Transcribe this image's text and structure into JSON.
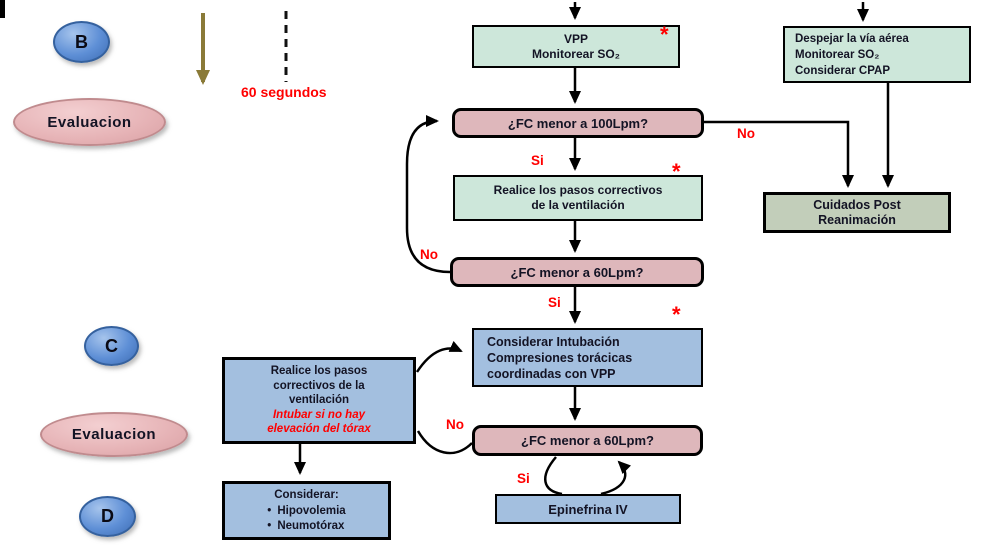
{
  "timeline": {
    "sixty_seconds": "60 segundos"
  },
  "stage_markers": {
    "b": "B",
    "c": "C",
    "d": "D",
    "evaluacion_1": "Evaluacion",
    "evaluacion_2": "Evaluacion"
  },
  "asterisk": "*",
  "nodes": {
    "vpp": {
      "lines": [
        "VPP",
        "Monitorear SO₂"
      ]
    },
    "despejar": {
      "lines": [
        "Despejar la vía aérea",
        "Monitorear SO₂",
        "Considerar CPAP"
      ]
    },
    "fc_100": {
      "label": "¿FC menor a 100Lpm?"
    },
    "pasos_correctivos": {
      "lines": [
        "Realice los pasos correctivos",
        "de la ventilación"
      ]
    },
    "fc_60_a": {
      "label": "¿FC menor a 60Lpm?"
    },
    "cuidados_post": {
      "lines": [
        "Cuidados Post",
        "Reanimación"
      ]
    },
    "intubacion": {
      "lines": [
        "Considerar Intubación",
        "Compresiones torácicas",
        "coordinadas con VPP"
      ]
    },
    "pasos_correctivos_2": {
      "lines": [
        "Realice los pasos",
        "correctivos de la",
        "ventilación"
      ],
      "warning_lines": [
        "Intubar si no hay",
        "elevación del tórax"
      ]
    },
    "fc_60_b": {
      "label": "¿FC menor a 60Lpm?"
    },
    "epinefrina": {
      "label": "Epinefrina IV"
    },
    "considerar": {
      "title": "Considerar:",
      "bullet_glyph": "•",
      "bullets": [
        "Hipovolemia",
        "Neumotórax"
      ]
    }
  },
  "edge_labels": {
    "si": "Si",
    "no": "No"
  },
  "colors": {
    "mint_box": "#cde7da",
    "sage_box": "#c2ceba",
    "pink_box": "#deb7bb",
    "blue_box": "#a3bfdf",
    "ellipse_blue": "#5e8fd6",
    "ellipse_pink": "#e6b3b6",
    "accent_red": "#ff0000",
    "arrow_black": "#000000",
    "arrow_brown": "#8a7a38"
  }
}
